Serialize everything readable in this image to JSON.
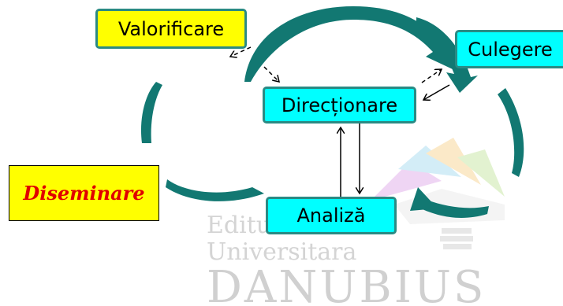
{
  "diagram": {
    "nodes": {
      "valorificare": "Valorificare",
      "culegere": "Culegere",
      "directionare": "Direcționare",
      "analiza": "Analiză",
      "diseminare": "Diseminare"
    },
    "watermark": {
      "line1": "Editura",
      "line2": "Universitara",
      "line3": "DANUBIUS"
    }
  },
  "colors": {
    "cycle_arrow": "#127872",
    "node_yellow": "#ffff00",
    "node_cyan": "#00ffff",
    "diseminare_text": "#e00000"
  }
}
